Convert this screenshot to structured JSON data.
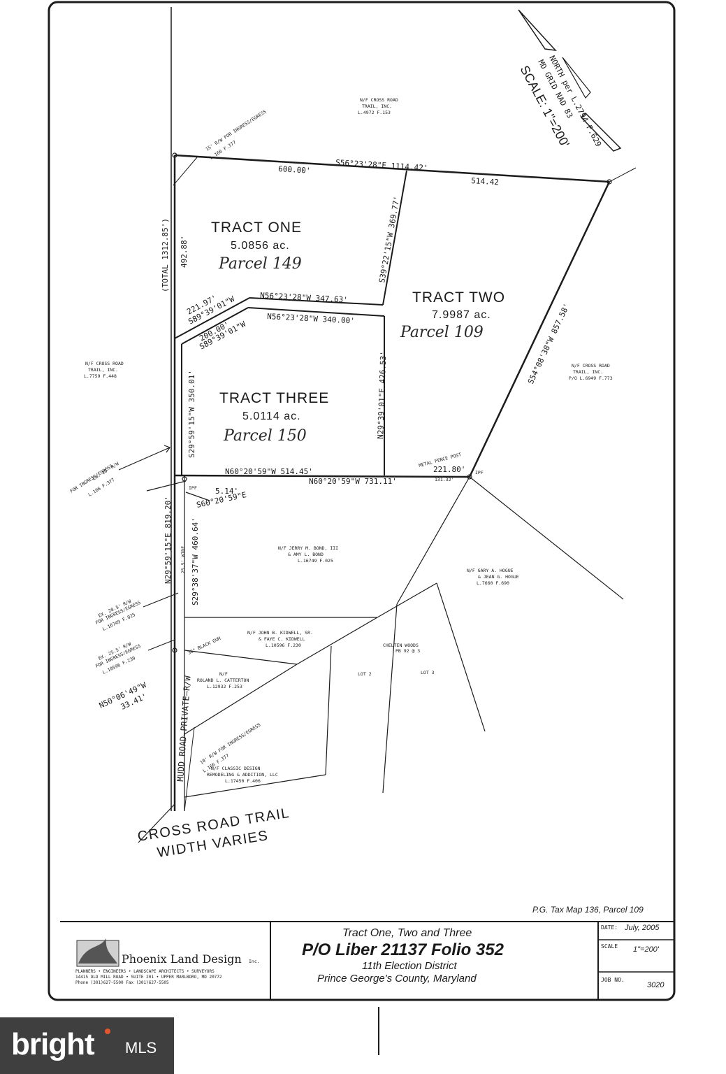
{
  "scale_text": "SCALE: 1\"=200'",
  "north_ref": "NORTH per L.2794 F.629",
  "north_ref2": "MD GRID NAD 83",
  "owners": {
    "north": [
      "N/F CROSS ROAD",
      "TRAIL, INC.",
      "L.4972 F.153"
    ],
    "west": [
      "N/F CROSS ROAD",
      "TRAIL, INC.",
      "L.7759 F.448"
    ],
    "east": [
      "N/F CROSS ROAD",
      "TRAIL, INC.",
      "P/O L.6949 F.773"
    ],
    "bond": [
      "N/F JERRY M. BOND, III",
      "& AMY L. BOND",
      "L.16749 F.025"
    ],
    "hogue": [
      "N/F GARY A. HOGUE",
      "& JEAN G. HOGUE",
      "L.7660 F.690"
    ],
    "kidwell": [
      "N/F JOHN B. KIDWELL, SR.",
      "& FAYE C. KIDWELL",
      "L.10596 F.230"
    ],
    "catterton": [
      "N/F",
      "ROLAND L. CATTERTON",
      "L.12932 F.253"
    ],
    "classic": [
      "N/F CLASSIC DESIGN",
      "REMODELING & ADDITION, LLC",
      "L.17450 F.406"
    ],
    "chelten": [
      "CHELTEN WOODS",
      "PB 92 @ 3"
    ]
  },
  "lots": {
    "lot2": "LOT 2",
    "lot3": "LOT 3"
  },
  "tracts": {
    "one": {
      "name": "TRACT ONE",
      "acres": "5.0856 ac.",
      "parcel": "Parcel 149"
    },
    "two": {
      "name": "TRACT TWO",
      "acres": "7.9987 ac.",
      "parcel": "Parcel 109"
    },
    "three": {
      "name": "TRACT THREE",
      "acres": "5.0114 ac.",
      "parcel": "Parcel 150"
    }
  },
  "bearings": {
    "top_line": "S56°23'28\"E  1114.42'",
    "top_600": "600.00'",
    "top_514": "514.42",
    "s39": "S39°22'15\"W  369.77'",
    "s54": "S54°08'38\"W  857.58'",
    "total": "(TOTAL 1312.85')",
    "w492": "492.88'",
    "n56a": "N56°23'28\"W  347.63'",
    "n56b": "N56°23'28\"W  340.00'",
    "s89a": "S89°39'01\"W",
    "d221": "221.97'",
    "d200": "200.00'",
    "s89b": "S89°39'01\"W",
    "s29a": "S29°59'15\"W  350.01'",
    "n29": "N29°39'01\"E  426.53'",
    "n60a": "N60°20'59\"W  514.45'",
    "n60b": "N60°20'59\"W  731.11'",
    "d221b": "221.80'",
    "d131": "131.32'",
    "s514": "5.14'",
    "s60": "S60°20'59\"E",
    "n29b": "N29°59'15\"E  819.20'",
    "s29b": "S29°38'37\"W  460.64'",
    "width25": "25.5' WIDE",
    "n50": "N50°06'49\"W",
    "d3341": "33.41'",
    "fence": "METAL FENCE POST",
    "blackgum": "36\" BLACK GUM",
    "ipf": "IPF",
    "ipf2": "IPF"
  },
  "easements": {
    "e1": [
      "15' R/W FOR INGRESS/EGRESS",
      "L.166 F.377"
    ],
    "e2": [
      "EX. 10' R/W",
      "FOR INGRESS/EGRESS",
      "L.166 F.377"
    ],
    "e3": [
      "EX. 20.5' R/W",
      "FOR INGRESS/EGRESS",
      "L.16749 F.025"
    ],
    "e4": [
      "EX. 25.5' R/W",
      "FOR INGRESS/EGRESS",
      "L.10596 F.230"
    ],
    "e5": [
      "10' R/W FOR INGRESS/EGRESS",
      "L.166 F.377"
    ]
  },
  "road": {
    "mudd": "MUDD ROAD—PRIVATE—R/W",
    "cross1": "CROSS ROAD TRAIL",
    "cross2": "WIDTH VARIES"
  },
  "taxmap": "P.G. Tax Map 136, Parcel 109",
  "title_block": {
    "company": "Phoenix Land Design",
    "company_suffix": "Inc.",
    "sub1": "PLANNERS • ENGINEERS • LANDSCAPE ARCHITECTS • SURVEYORS",
    "sub2": "14415 OLD MILL ROAD • SUITE 201 • UPPER MARLBORO, MD 20772",
    "sub3": "Phone (301)627-5500                 Fax (301)627-5505",
    "line1": "Tract One, Two and Three",
    "line2": "P/O Liber 21137 Folio 352",
    "line3": "11th Election District",
    "line4": "Prince George's County, Maryland",
    "date_label": "DATE:",
    "date_value": "July, 2005",
    "scale_label": "SCALE",
    "scale_value": "1\"=200'",
    "job_label": "JOB NO.",
    "job_value": "3020"
  },
  "watermark": {
    "brand": "bright",
    "mls": "MLS"
  }
}
